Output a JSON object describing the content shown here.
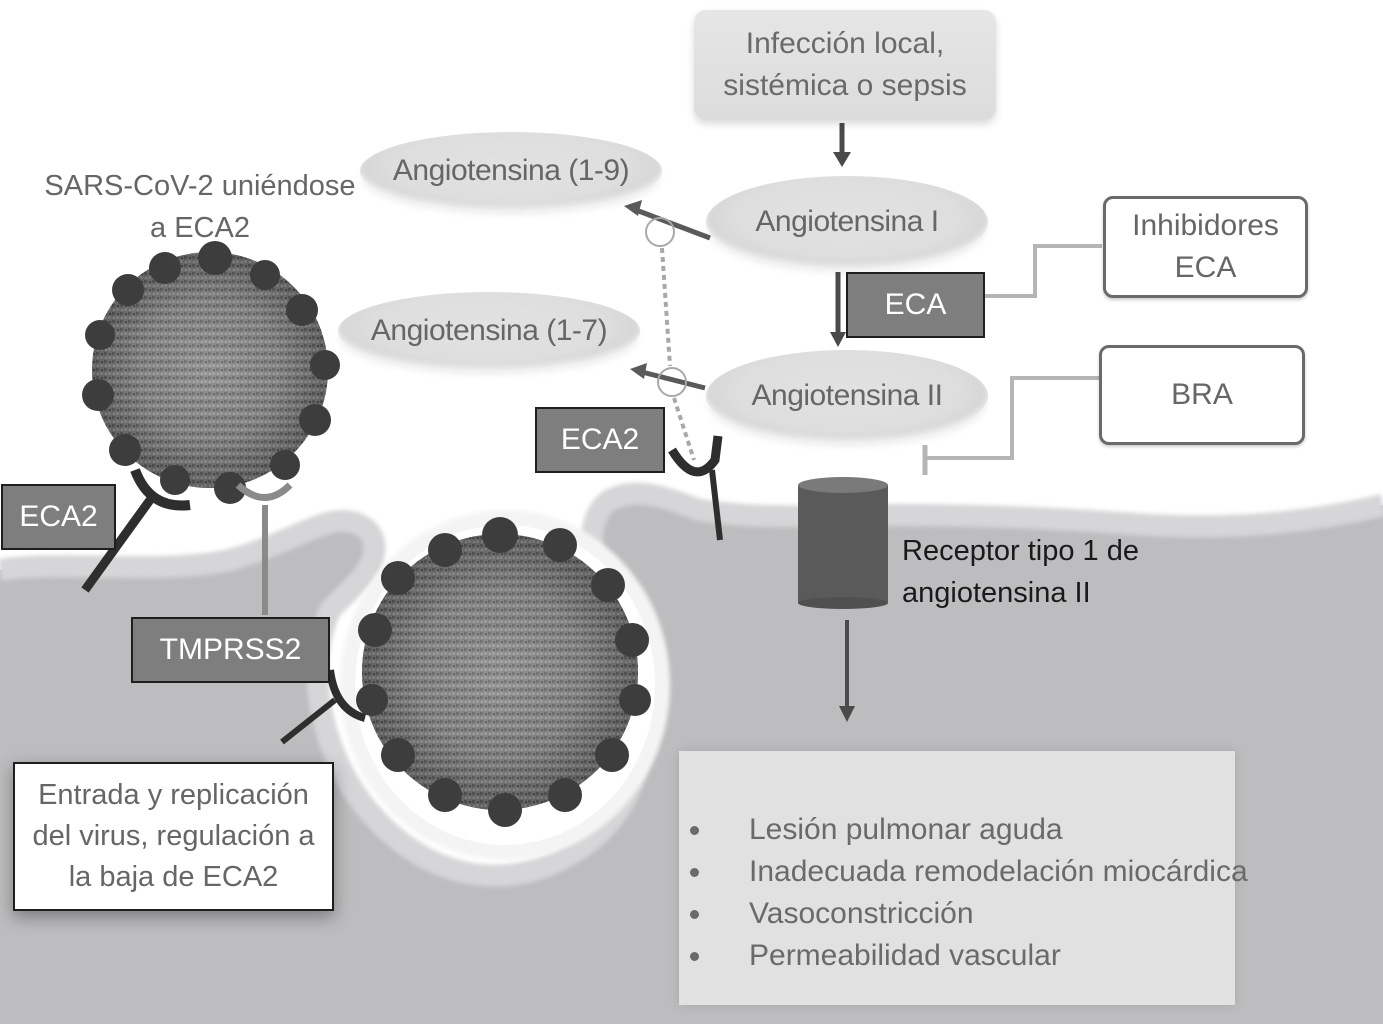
{
  "diagram": {
    "title": "SARS-CoV-2 y el sistema renina-angiotensina",
    "infection_box": {
      "lines": [
        "Infección local,",
        "sistémica o sepsis"
      ]
    },
    "sars_caption": {
      "lines": [
        "SARS-CoV-2 uniéndose",
        "a ECA2"
      ]
    },
    "ellipses": {
      "angiotensin_1_9": "Angiotensina (1-9)",
      "angiotensin_1_7": "Angiotensina (1-7)",
      "angiotensin_I": "Angiotensina I",
      "angiotensin_II": "Angiotensina II"
    },
    "enzyme_labels": {
      "eca": "ECA",
      "eca2_center": "ECA2",
      "eca2_left": "ECA2",
      "tmprss2": "TMPRSS2"
    },
    "inhibitor_boxes": {
      "ace_inhibitors": [
        "Inhibidores",
        "ECA"
      ],
      "bra": "BRA"
    },
    "receptor_caption": {
      "lines": [
        "Receptor tipo 1 de",
        "angiotensina II"
      ]
    },
    "entry_box": {
      "lines": [
        "Entrada y replicación",
        "del virus, regulación a",
        "la baja de ECA2"
      ]
    },
    "effects": [
      "Lesión pulmonar aguda",
      "Inadecuada remodelación miocárdica",
      "Vasoconstricción",
      "Permeabilidad vascular"
    ],
    "colors": {
      "cell_fill": "#bdbdbf",
      "membrane_highlight": "#d4d4d6",
      "label_dark": "#7e7e7e",
      "text_gray": "#666666",
      "arrow": "#4a4a4a",
      "connector": "#b5b5b5"
    }
  }
}
